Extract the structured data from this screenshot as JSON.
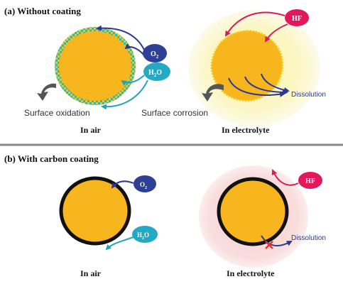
{
  "panel_a": {
    "title": "(a) Without coating",
    "o2": {
      "main": "O",
      "sub": "2"
    },
    "h2o": {
      "pre": "H",
      "sub": "2",
      "post": "O"
    },
    "hf": "HF",
    "surface_oxidation": "Surface oxidation",
    "surface_corrosion": "Surface corrosion",
    "dissolution": "Dissolution",
    "in_air": "In air",
    "in_electrolyte": "In electrolyte"
  },
  "panel_b": {
    "title": "(b) With carbon coating",
    "o2": {
      "main": "O",
      "sub": "2"
    },
    "h2o": {
      "pre": "H",
      "sub": "2",
      "post": "O"
    },
    "hf": "HF",
    "dissolution": "Dissolution",
    "in_air": "In air",
    "in_electrolyte": "In electrolyte"
  },
  "colors": {
    "particle": "#F7B51E",
    "checker_a": "#F5C518",
    "checker_b": "#2FB7B0",
    "o2_fill": "#2E3F97",
    "h2o_fill": "#22A9C4",
    "hf_fill": "#E2175C",
    "arrow_blue": "#2B3990",
    "arrow_teal": "#1EA5B8",
    "arrow_magenta": "#D81B60",
    "glow_yellow": "#FBF6C4",
    "glow_pink": "#F9DCDC",
    "divider": "#888888",
    "cross": "#E3342F"
  }
}
